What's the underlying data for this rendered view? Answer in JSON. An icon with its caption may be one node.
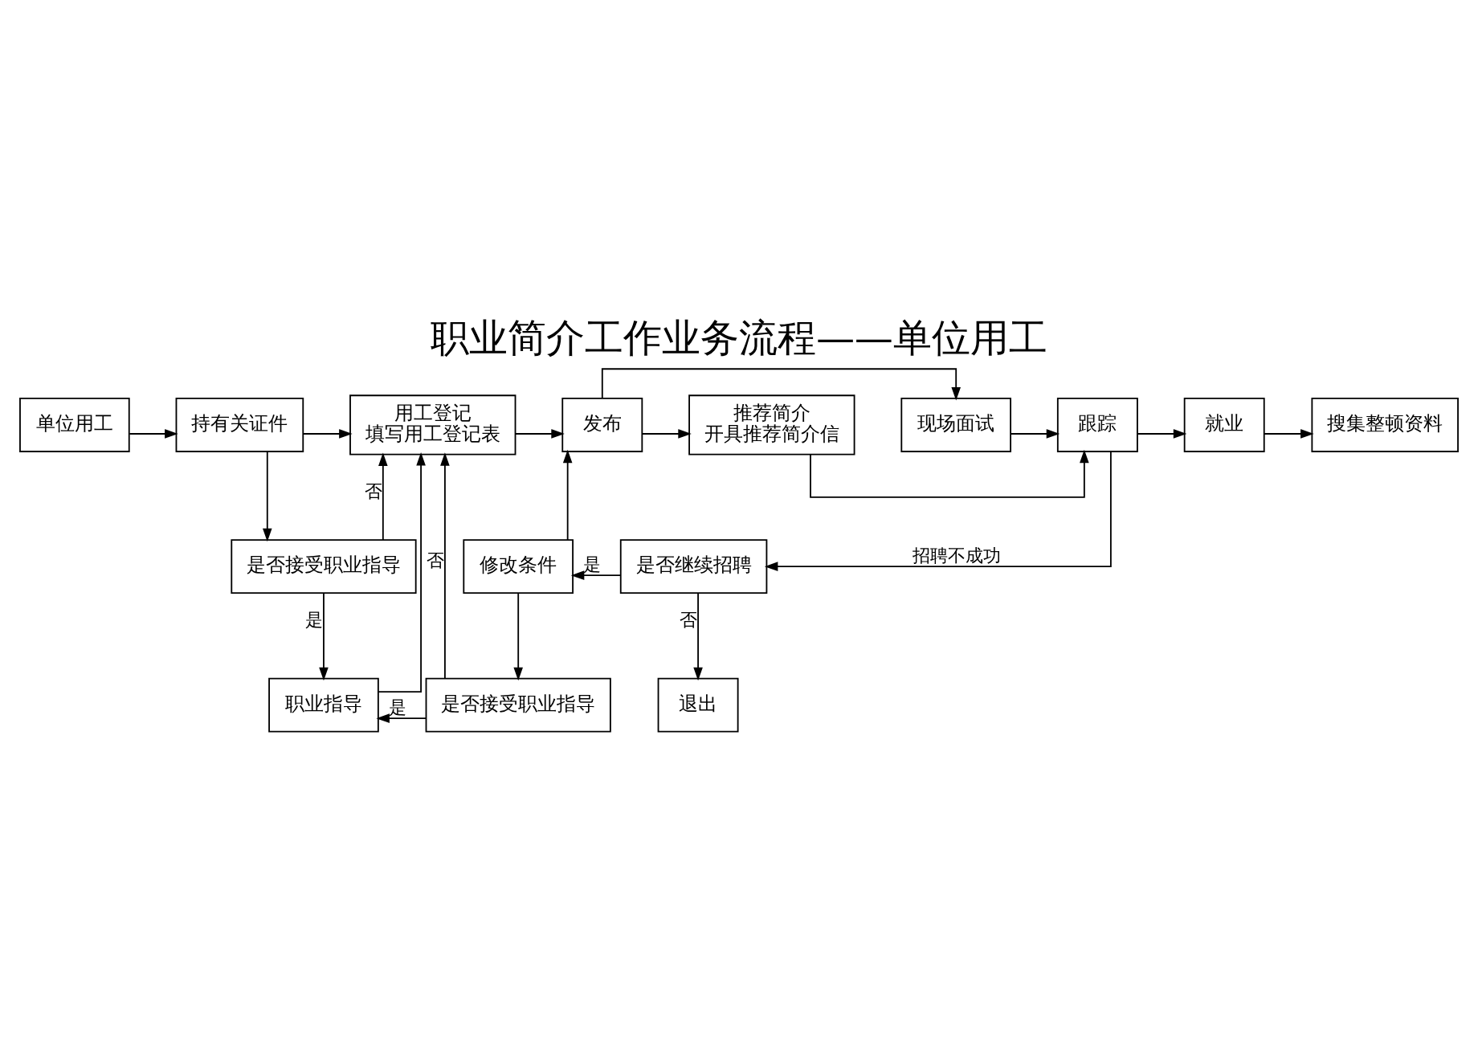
{
  "diagram": {
    "title": "职业简介工作业务流程——单位用工",
    "nodes": [
      {
        "text": [
          "单位用工"
        ]
      },
      {
        "text": [
          "持有关证件"
        ]
      },
      {
        "text": [
          "用工登记",
          "填写用工登记表"
        ]
      },
      {
        "text": [
          "发布"
        ]
      },
      {
        "text": [
          "推荐简介",
          "开具推荐简介信"
        ]
      },
      {
        "text": [
          "现场面试"
        ]
      },
      {
        "text": [
          "跟踪"
        ]
      },
      {
        "text": [
          "就业"
        ]
      },
      {
        "text": [
          "搜集整顿资料"
        ]
      },
      {
        "text": [
          "是否接受职业指导"
        ]
      },
      {
        "text": [
          "修改条件"
        ]
      },
      {
        "text": [
          "是否继续招聘"
        ]
      },
      {
        "text": [
          "职业指导"
        ]
      },
      {
        "text": [
          "是否接受职业指导"
        ]
      },
      {
        "text": [
          "退出"
        ]
      }
    ],
    "edges": [
      {
        "from": 0,
        "to": 1,
        "arrow": "to"
      },
      {
        "from": 1,
        "to": 2,
        "arrow": "to"
      },
      {
        "from": 2,
        "to": 3,
        "arrow": "to"
      },
      {
        "from": 3,
        "to": 4,
        "arrow": "to"
      },
      {
        "from": 3,
        "to": 5,
        "arrow": "to"
      },
      {
        "from": 4,
        "to": 6,
        "arrow": "to"
      },
      {
        "from": 5,
        "to": 6,
        "arrow": "to"
      },
      {
        "from": 6,
        "to": 7,
        "arrow": "to"
      },
      {
        "from": 7,
        "to": 8,
        "arrow": "to"
      },
      {
        "from": 1,
        "to": 9,
        "arrow": "to"
      },
      {
        "from": 9,
        "to": 2,
        "label": "否",
        "arrow": "to"
      },
      {
        "from": 9,
        "to": 12,
        "label": "是",
        "arrow": "to"
      },
      {
        "from": 12,
        "to": 2,
        "arrow": "to"
      },
      {
        "from": 13,
        "to": 12,
        "label": "是",
        "arrow": "to"
      },
      {
        "from": 13,
        "to": 2,
        "label": "否",
        "arrow": "to"
      },
      {
        "from": 10,
        "to": 3,
        "arrow": "to"
      },
      {
        "from": 10,
        "to": 13,
        "arrow": "to"
      },
      {
        "from": 6,
        "to": 11,
        "label": "招聘不成功",
        "arrow": "to"
      },
      {
        "from": 11,
        "to": 10,
        "label": "是",
        "arrow": "to"
      },
      {
        "from": 11,
        "to": 14,
        "label": "否",
        "arrow": "to"
      }
    ]
  }
}
